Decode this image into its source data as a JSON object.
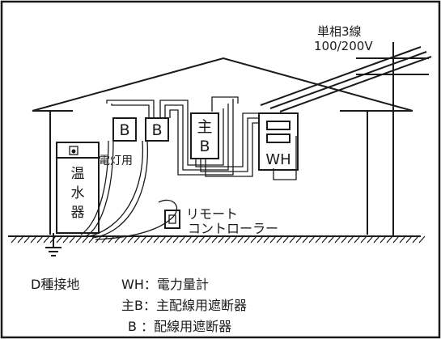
{
  "supply": {
    "line1": "単相3線",
    "line2": "100/200V"
  },
  "house": {
    "breaker_left": "B",
    "breaker_right": "B",
    "main_breaker_top": "主",
    "main_breaker_bottom": "B",
    "meter_label": "WH",
    "lighting_label": "電灯用",
    "water_heater_chars": [
      "温",
      "水",
      "器"
    ],
    "remote_line1": "リモート",
    "remote_line2": "コントローラー"
  },
  "legend": {
    "ground": "D種接地",
    "wh": "WH：電力量計",
    "main_b": "主B：主配線用遮断器",
    "b": "B ：配線用遮断器"
  }
}
